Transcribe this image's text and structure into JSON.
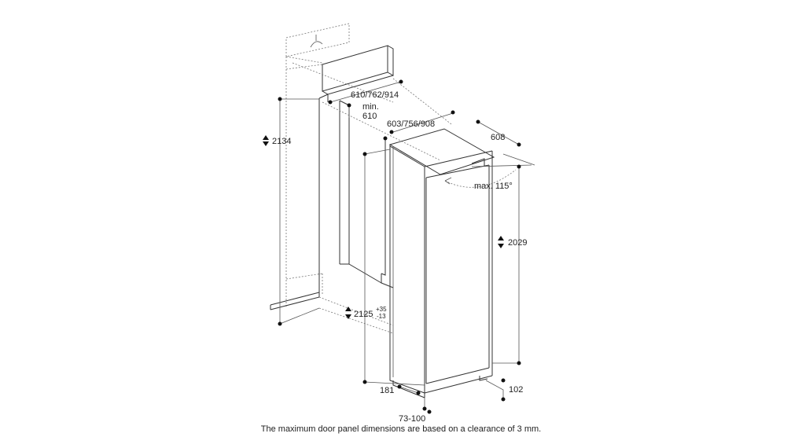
{
  "dimensions": {
    "niche_height": "2134",
    "niche_width": "610/762/914",
    "min_label": "min.",
    "min_value": "610",
    "panel_width": "603/756/908",
    "depth": "608",
    "max_angle": "max. 115°",
    "appliance_height": "2029",
    "panel_height": "2125",
    "panel_height_tol_plus": "+35",
    "panel_height_tol_minus": "-13",
    "toe_kick": "181",
    "plinth": "102",
    "offset": "73-100"
  },
  "caption": "The maximum door panel dimensions are based on a clearance of 3 mm."
}
